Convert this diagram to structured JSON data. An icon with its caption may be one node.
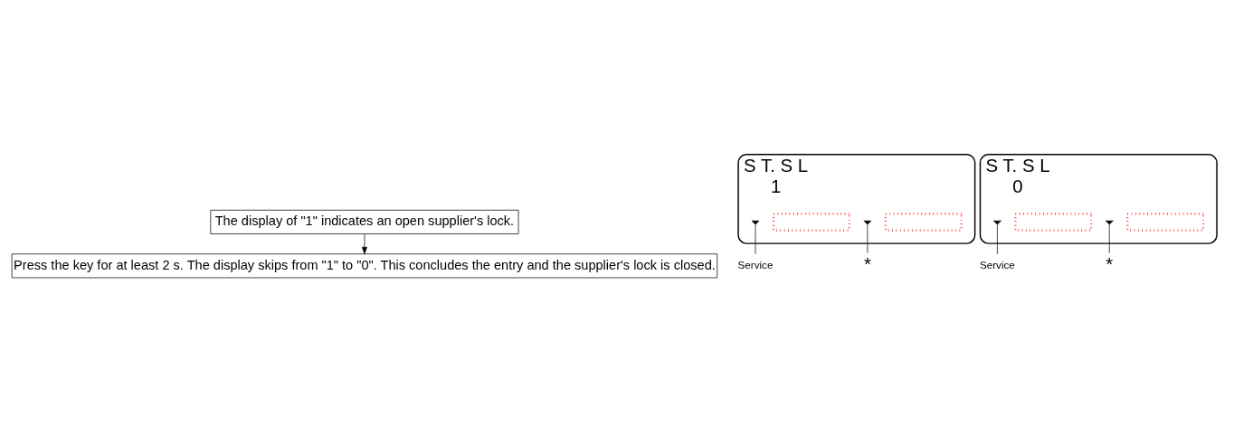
{
  "diagram": {
    "nodes": [
      {
        "text": [
          "The display of \"1\" indicates an open supplier's lock."
        ]
      },
      {
        "text": [
          "Press the key for at least 2 s. The display skips from \"1\" to \"0\". This concludes the entry and the supplier's lock is closed."
        ]
      },
      {
        "text": [
          "S T. S L",
          "1"
        ]
      },
      {
        "text": [],
        "shape": "box",
        "in": 2
      },
      {
        "text": [],
        "shape": "triangle",
        "in": 2
      },
      {
        "text": [],
        "shape": "box",
        "in": 2
      },
      {
        "text": [],
        "shape": "triangle",
        "in": 2
      },
      {
        "text": [
          "Service"
        ]
      },
      {
        "text": [
          "*"
        ]
      },
      {
        "text": [
          "S T. S L",
          "0"
        ]
      },
      {
        "text": [],
        "shape": "box",
        "in": 9
      },
      {
        "text": [],
        "shape": "triangle",
        "in": 9
      },
      {
        "text": [],
        "shape": "box",
        "in": 9
      },
      {
        "text": [],
        "shape": "triangle",
        "in": 9
      },
      {
        "text": [
          "Service"
        ]
      },
      {
        "text": [
          "*"
        ]
      }
    ],
    "edges": [
      {
        "from": 0,
        "to": 1,
        "arrow": "to"
      },
      {
        "from": 7,
        "to": 4,
        "arrow": "none"
      },
      {
        "from": 8,
        "to": 6,
        "arrow": "none"
      },
      {
        "from": 14,
        "to": 11,
        "arrow": "none"
      },
      {
        "from": 15,
        "to": 13,
        "arrow": "none"
      }
    ]
  }
}
